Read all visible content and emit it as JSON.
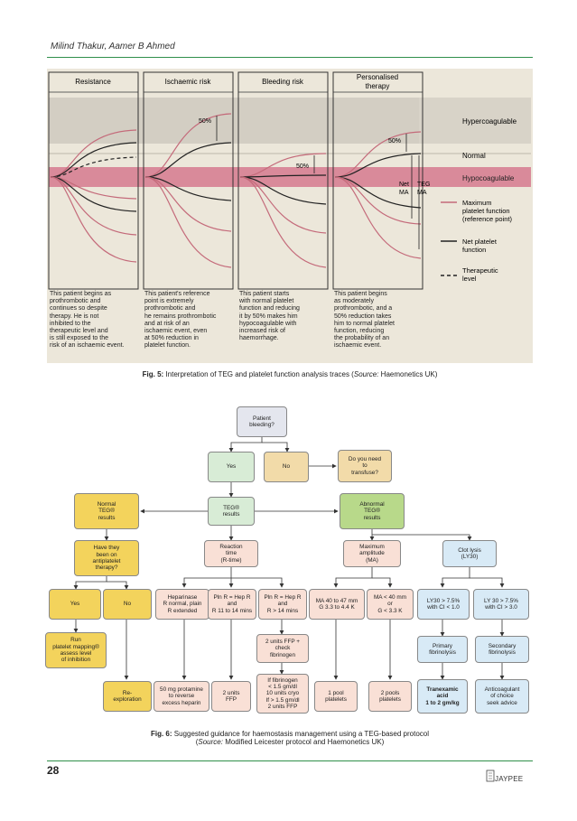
{
  "header": {
    "author": "Milind Thakur, Aamer B Ahmed"
  },
  "fig5": {
    "panels": [
      "Resistance",
      "Ischaemic risk",
      "Bleeding risk",
      "Personalised\ntherapy"
    ],
    "zones": {
      "hyper": "Hypercoagulable",
      "normal": "Normal",
      "hypo": "Hypocoagulable"
    },
    "pct_a": "50%",
    "pct_b": "50%",
    "pct_c": "50%",
    "net_ma": "Net\nMA",
    "teg_ma": "TEG\nMA",
    "legend": [
      {
        "label": "Maximum\nplatelet function\n(reference point)",
        "style": "pink"
      },
      {
        "label": "Net platelet\nfunction",
        "style": "solid"
      },
      {
        "label": "Therapeutic\nlevel",
        "style": "dashed"
      }
    ],
    "descriptions": [
      "This patient begins as\nprothrombotic and\ncontinues so despite\ntherapy. He is not\ninhibited to the\ntherapeutic level and\nis still exposed to the\nrisk of an ischaemic event.",
      "This patient's reference\npoint is extremely\nprothrombotic and\nhe remains prothrombotic\nand at risk of an\nischaemic event, even\nat 50% reduction in\nplatelet function.",
      "This patient starts\nwith normal platelet\nfunction and reducing\nit by 50% makes him\nhypocoagulable with\nincreased risk of\nhaemorrhage.",
      "This patient begins\nas moderately\nprothrombotic, and a\n50% reduction takes\nhim to normal platelet\nfunction, reducing\nthe probability of an\nischaemic event."
    ],
    "caption_label": "Fig. 5:",
    "caption_text": "Interpretation of TEG and platelet function analysis traces (",
    "caption_source_label": "Source:",
    "caption_source": "Haemonetics UK)"
  },
  "fig6": {
    "nodes": {
      "bleeding": "Patient\nbleeding?",
      "yes1": "Yes",
      "no1": "No",
      "transfuse": "Do you need\nto\ntransfuse?",
      "normal_teg": "Normal\nTEG®\nresults",
      "teg": "TEG®\nresults",
      "abnormal_teg": "Abnormal\nTEG®\nresults",
      "antiplatelet": "Have they\nbeen on\nantiplatelet\ntherapy?",
      "reaction": "Reaction\ntime\n(R-time)",
      "ma": "Maximum\namplitude\n(MA)",
      "clot": "Clot lysis\n(LY30)",
      "yes2": "Yes",
      "no2": "No",
      "heparinase": "Heparinase\nR normal, plain\nR extended",
      "pln1": "Pln R = Hep R\nand\nR 11 to 14 mins",
      "pln2": "Pln R = Hep R\nand\nR > 14 mins",
      "ma1": "MA 40 to 47 mm\nG 3.3 to 4.4 K",
      "ma2": "MA < 40 mm\nor\nG < 3.3 K",
      "ly1": "LY30 > 7.5%\nwith CI < 1.0",
      "ly2": "LY 30 > 7.5%\nwith CI > 3.0",
      "mapping": "Run\nplatelet mapping®\nassess level\nof inhibition",
      "ffp_check": "2 units FFP +\ncheck\nfibrinogen",
      "primary": "Primary\nfibrinolysis",
      "secondary": "Secondary\nfibrinolysis",
      "fibrinogen": "If fibrinogen\n< 1.5 gm/dl\n10 units cryo\nIf > 1.5 gm/dl\n2 units FFP",
      "reexplore": "Re-\nexploration",
      "protamine": "50 mg protamine\nto reverse\nexcess heparin",
      "ffp2": "2 units\nFFP",
      "pool1": "1 pool\nplatelets",
      "pool2": "2 pools\nplatelets",
      "tranexamic": "Tranexamic\nacid\n1 to 2 gm/kg",
      "anticoag": "Anticoagulant\nof choice\nseek advice"
    },
    "caption_label": "Fig. 6:",
    "caption_text": "Suggested guidance for haemostasis management using a TEG-based protocol",
    "caption_line2_pre": "(",
    "caption_source_label": "Source:",
    "caption_source": "Modified Leicester protocol and Haemonetics UK)"
  },
  "footer": {
    "page_number": "28",
    "publisher": "JAYPEE"
  },
  "colors": {
    "green_rule": "#2f8f4a",
    "grey_band": "#d6d1c6",
    "pink_band": "#d98a9a",
    "yellow": "#f3d35c",
    "green": "#d8ecd6",
    "tan": "#f2dba9",
    "peach": "#f9e0d6",
    "blue": "#d8eaf6"
  }
}
